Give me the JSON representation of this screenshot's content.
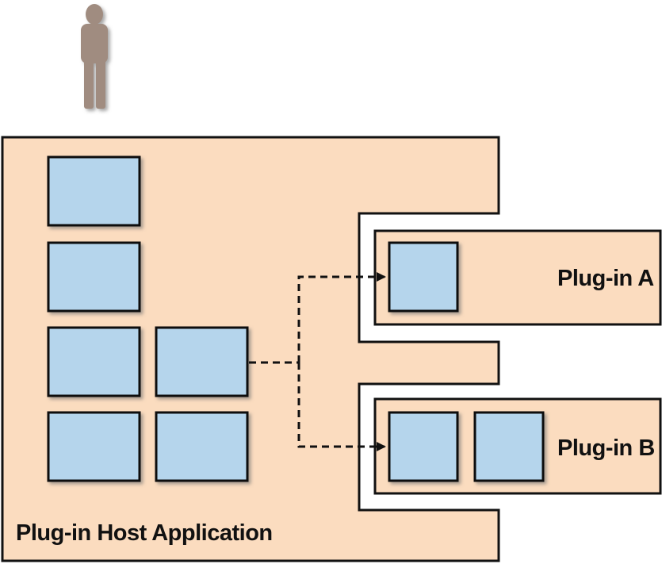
{
  "host": {
    "label": "Plug-in Host Application"
  },
  "plugins": [
    {
      "label": "Plug-in A"
    },
    {
      "label": "Plug-in B"
    }
  ],
  "colors": {
    "container_fill": "#fbdcbf",
    "module_fill": "#b5d5ec",
    "outline": "#111111",
    "user_figure": "#a08c80",
    "shadow": "#7a7a7a"
  },
  "icons": {
    "user": "user-figure-icon"
  }
}
